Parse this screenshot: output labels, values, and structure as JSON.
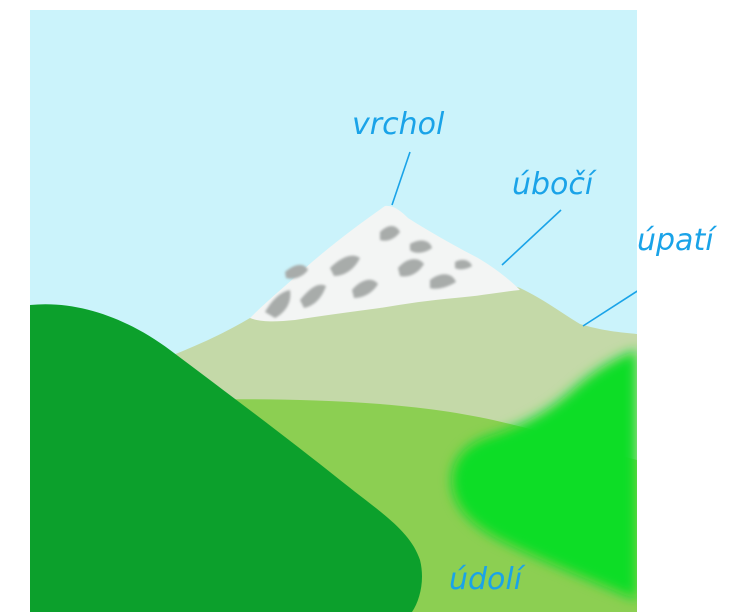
{
  "labels": {
    "summit": "vrchol",
    "slope": "úbočí",
    "foot": "úpatí",
    "valley": "údolí"
  },
  "colors": {
    "sky": "#cbf3fb",
    "label_text": "#1aa3e8",
    "leader_line": "#1aa3e8",
    "mountain_base": "#c4d9a8",
    "snow": "#f3f5f4",
    "rock": "#a8acaa",
    "meadow": "#8ccf52",
    "hill_left": "#0ca02c",
    "hill_right": "#10dd26"
  }
}
